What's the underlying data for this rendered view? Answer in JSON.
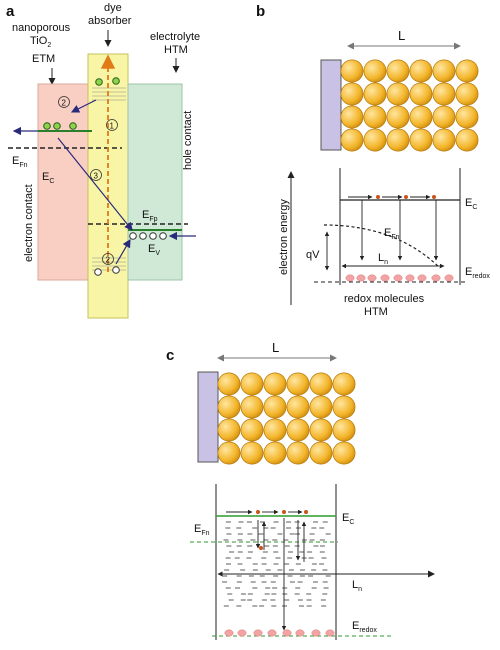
{
  "panels": {
    "a": {
      "letter": "a",
      "etm_label": [
        "nanoporous",
        "TiO",
        "2",
        "ETM"
      ],
      "dye_label": [
        "dye",
        "absorber"
      ],
      "htm_label": [
        "electrolyte",
        "HTM"
      ],
      "electron_contact": "electron contact",
      "hole_contact": "hole contact",
      "efn": {
        "main": "E",
        "sub": "Fn"
      },
      "ec": {
        "main": "E",
        "sub": "C"
      },
      "efp": {
        "main": "E",
        "sub": "Fp"
      },
      "ev": {
        "main": "E",
        "sub": "V"
      },
      "step1": "1",
      "step2": "2",
      "step3": "3",
      "colors": {
        "etm": "#f8cfc2",
        "dye": "#f8f6a6",
        "htm": "#cfe9d6",
        "dye_edge": "#c6c25a",
        "green": "#2a7f2a",
        "arrow": "#2a2a7a",
        "orange": "#e07b18"
      }
    },
    "b": {
      "letter": "b",
      "length_label": "L",
      "y_axis": "electron energy",
      "ec": {
        "main": "E",
        "sub": "C"
      },
      "efn": {
        "main": "E",
        "sub": "Fn"
      },
      "qv": "qV",
      "ln": {
        "main": "L",
        "sub": "n"
      },
      "eredox": {
        "main": "E",
        "sub": "redox"
      },
      "redox_label": [
        "redox molecules",
        "HTM"
      ]
    },
    "c": {
      "letter": "c",
      "length_label": "L",
      "ec": {
        "main": "E",
        "sub": "C"
      },
      "efn": {
        "main": "E",
        "sub": "Fn"
      },
      "ln": {
        "main": "L",
        "sub": "n"
      },
      "eredox": {
        "main": "E",
        "sub": "redox"
      }
    },
    "colors": {
      "particle": "#f3b52a",
      "particle_edge": "#b5780a",
      "substrate": "#c9c2e4",
      "redox": "#f2a3a3",
      "green": "#2f9a2f"
    }
  }
}
